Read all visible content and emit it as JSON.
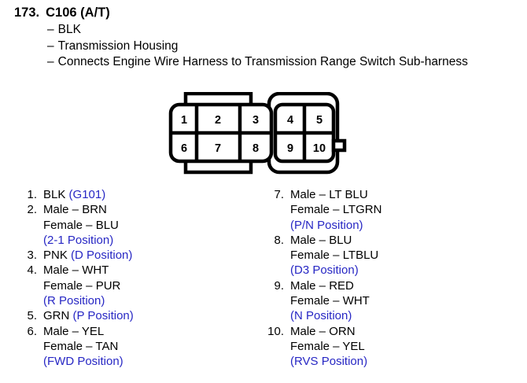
{
  "header": {
    "number": "173.",
    "title": "C106 (A/T)",
    "bullets": [
      {
        "dash": "–",
        "text": "BLK"
      },
      {
        "dash": "–",
        "text": "Transmission Housing"
      },
      {
        "dash": "–",
        "text": "Connects Engine Wire Harness to Transmission Range Switch Sub-harness"
      }
    ]
  },
  "connector": {
    "name": "10-pin-connector-diagram",
    "top_row": [
      "1",
      "2",
      "3",
      "4",
      "5"
    ],
    "bottom_row": [
      "6",
      "7",
      "8",
      "9",
      "10"
    ],
    "stroke_color": "#000000",
    "fill_color": "#ffffff"
  },
  "colors": {
    "text": "#000000",
    "position_label": "#2727c4",
    "background": "#ffffff"
  },
  "pins": {
    "left_column": [
      {
        "index": "1.",
        "lines": [
          {
            "text": "BLK ",
            "note": "(G101)"
          }
        ]
      },
      {
        "index": "2.",
        "lines": [
          {
            "text": "Male – BRN"
          },
          {
            "text": "Female – BLU"
          },
          {
            "note": "(2-1 Position)"
          }
        ]
      },
      {
        "index": "3.",
        "lines": [
          {
            "text": "PNK ",
            "note": "(D Position)"
          }
        ]
      },
      {
        "index": "4.",
        "lines": [
          {
            "text": "Male – WHT"
          },
          {
            "text": "Female – PUR"
          },
          {
            "note": "(R Position)"
          }
        ]
      },
      {
        "index": "5.",
        "lines": [
          {
            "text": "GRN ",
            "note": "(P Position)"
          }
        ]
      },
      {
        "index": "6.",
        "lines": [
          {
            "text": "Male – YEL"
          },
          {
            "text": "Female – TAN"
          },
          {
            "note": "(FWD Position)"
          }
        ]
      }
    ],
    "right_column": [
      {
        "index": "7.",
        "lines": [
          {
            "text": "Male – LT BLU"
          },
          {
            "text": "Female – LTGRN"
          },
          {
            "note": "(P/N Position)"
          }
        ]
      },
      {
        "index": "8.",
        "lines": [
          {
            "text": "Male – BLU"
          },
          {
            "text": "Female – LTBLU"
          },
          {
            "note": "(D3 Position)"
          }
        ]
      },
      {
        "index": "9.",
        "lines": [
          {
            "text": "Male – RED"
          },
          {
            "text": "Female – WHT"
          },
          {
            "note": "(N Position)"
          }
        ]
      },
      {
        "index": "10.",
        "lines": [
          {
            "text": "Male – ORN"
          },
          {
            "text": "Female – YEL"
          },
          {
            "note": "(RVS Position)"
          }
        ]
      }
    ]
  }
}
